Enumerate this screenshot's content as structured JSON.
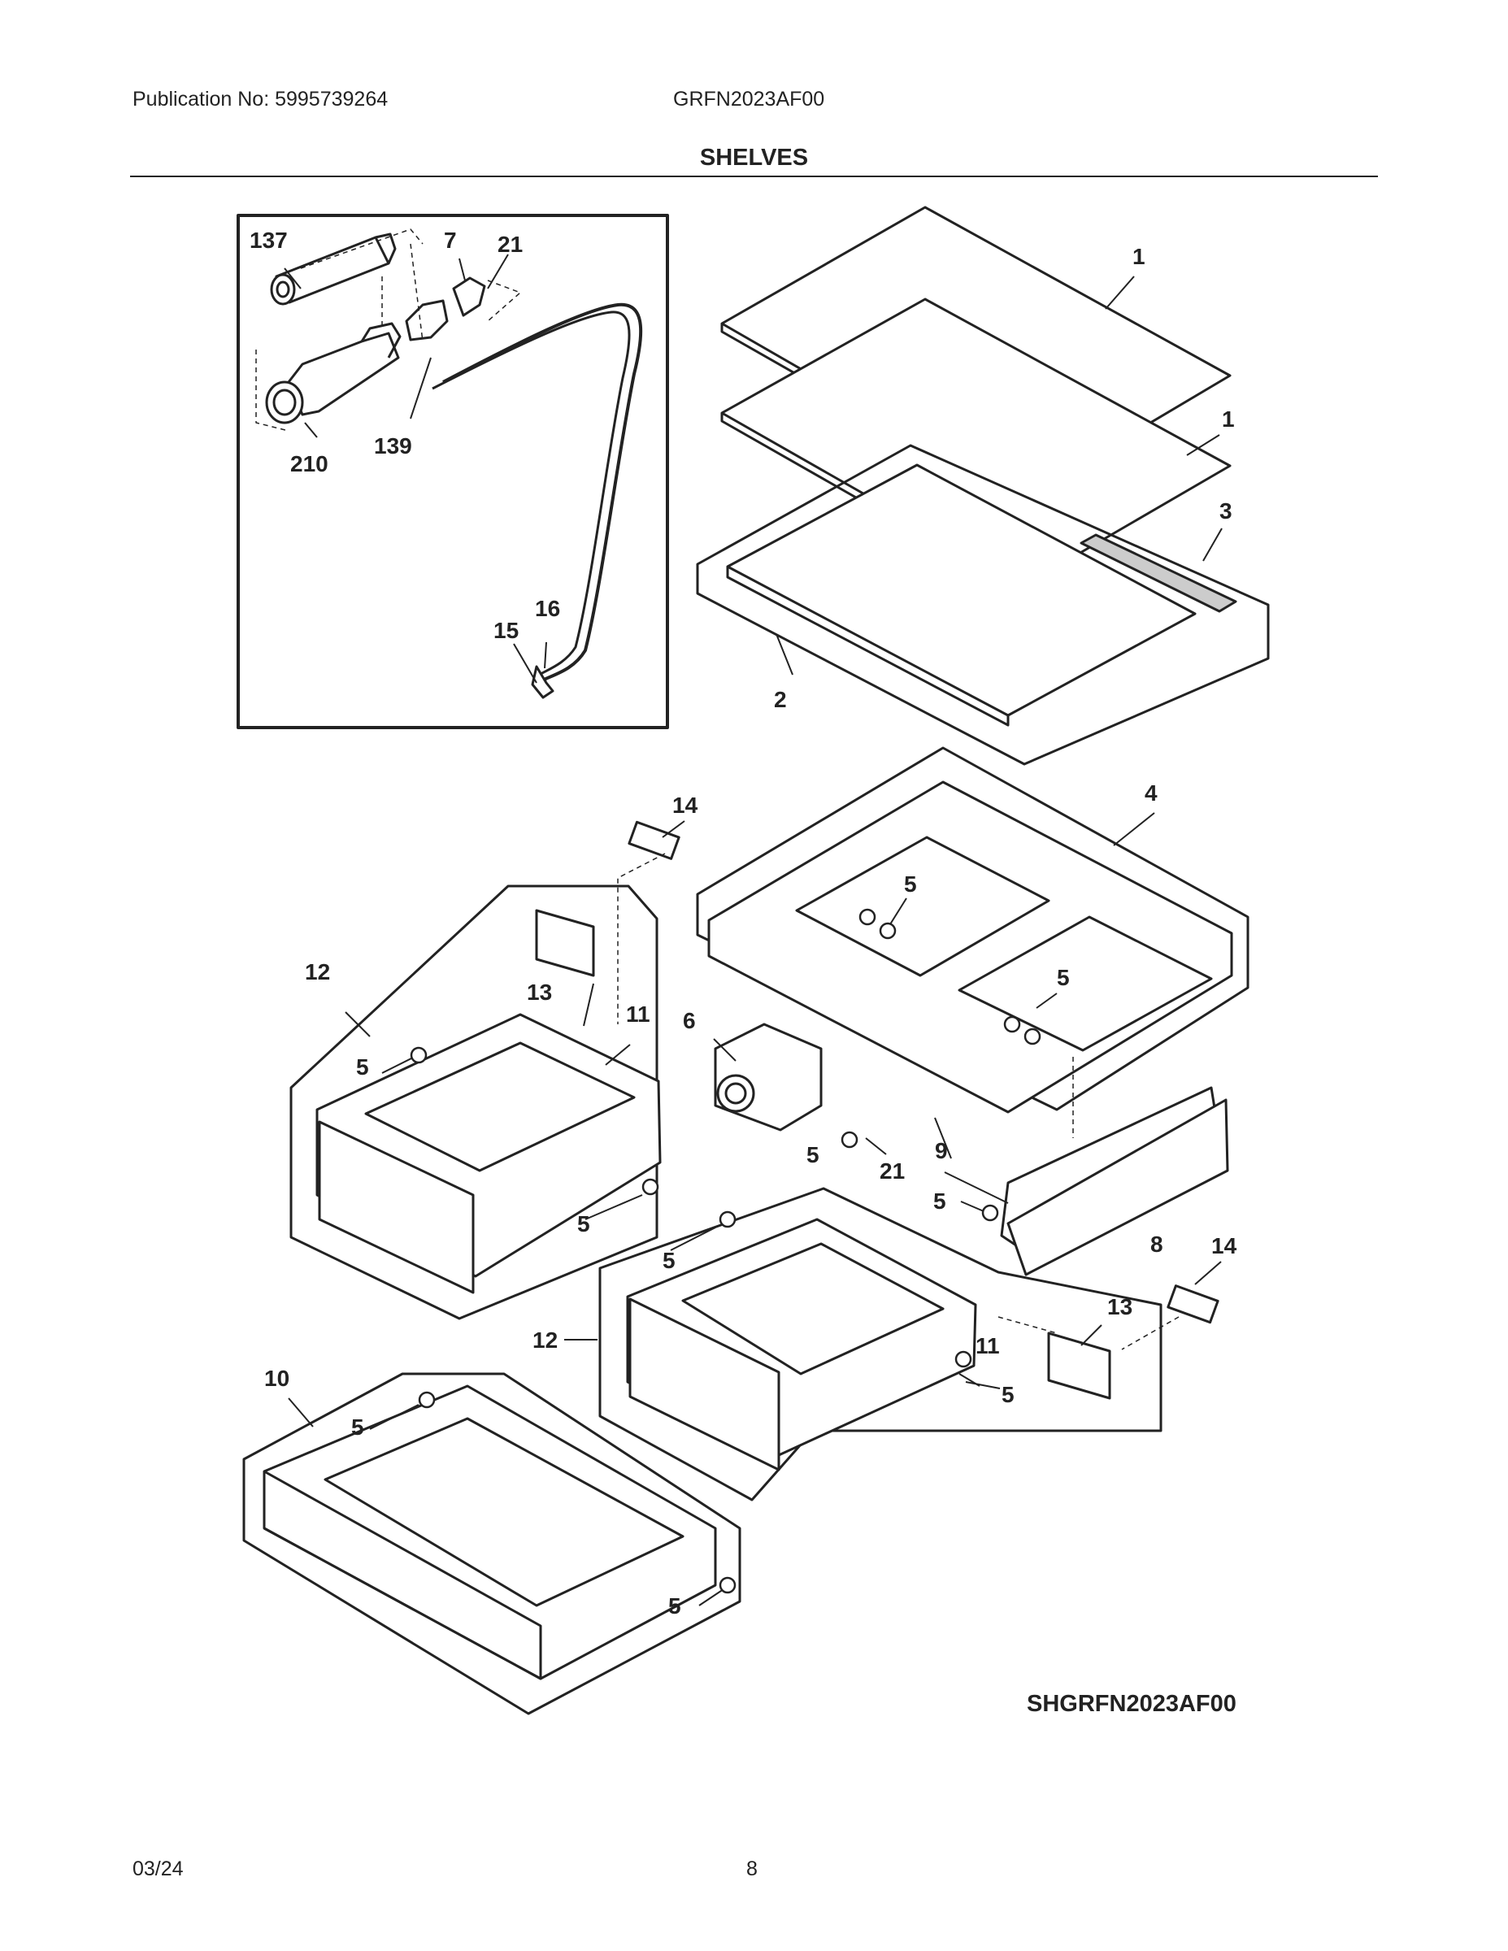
{
  "header": {
    "publication": "Publication No: 5995739264",
    "model": "GRFN2023AF00",
    "section_title": "SHELVES"
  },
  "diagram": {
    "drawing_code": "SHGRFN2023AF00",
    "callouts": {
      "c137": "137",
      "c7": "7",
      "c21a": "21",
      "c210": "210",
      "c139": "139",
      "c16": "16",
      "c15": "15",
      "c1a": "1",
      "c1b": "1",
      "c3": "3",
      "c2": "2",
      "c14a": "14",
      "c4": "4",
      "c5a": "5",
      "c5b": "5",
      "c12a": "12",
      "c13a": "13",
      "c11a": "11",
      "c5c": "5",
      "c5d": "5",
      "c6": "6",
      "c5e": "5",
      "c21b": "21",
      "c9": "9",
      "c5f": "5",
      "c8": "8",
      "c14b": "14",
      "c13b": "13",
      "c5g": "5",
      "c12b": "12",
      "c11b": "11",
      "c5h": "5",
      "c10": "10",
      "c5i": "5",
      "c5j": "5"
    }
  },
  "footer": {
    "date": "03/24",
    "page": "8"
  },
  "colors": {
    "ink": "#222222",
    "paper": "#ffffff"
  }
}
